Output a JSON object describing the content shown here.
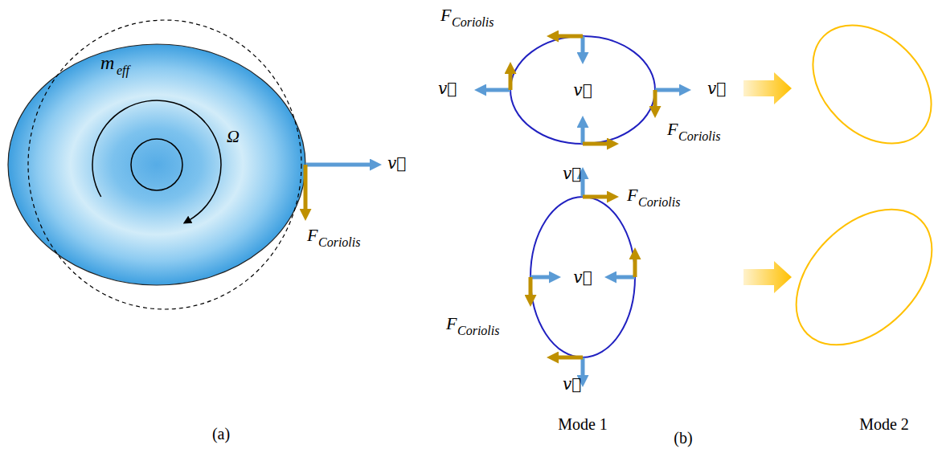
{
  "diagram": {
    "labels": [
      "m",
      "eff",
      "Ω",
      "v⃗",
      "F",
      "Coriolis",
      "(a)",
      "F",
      "Coriolis",
      "v⃗",
      "v⃗",
      "v⃗",
      "F",
      "Coriolis",
      "v⃗",
      "F",
      "Coriolis",
      "v⃗",
      "F",
      "Coriolis",
      "v⃗",
      "Mode 1",
      "(b)",
      "Mode 2"
    ]
  }
}
